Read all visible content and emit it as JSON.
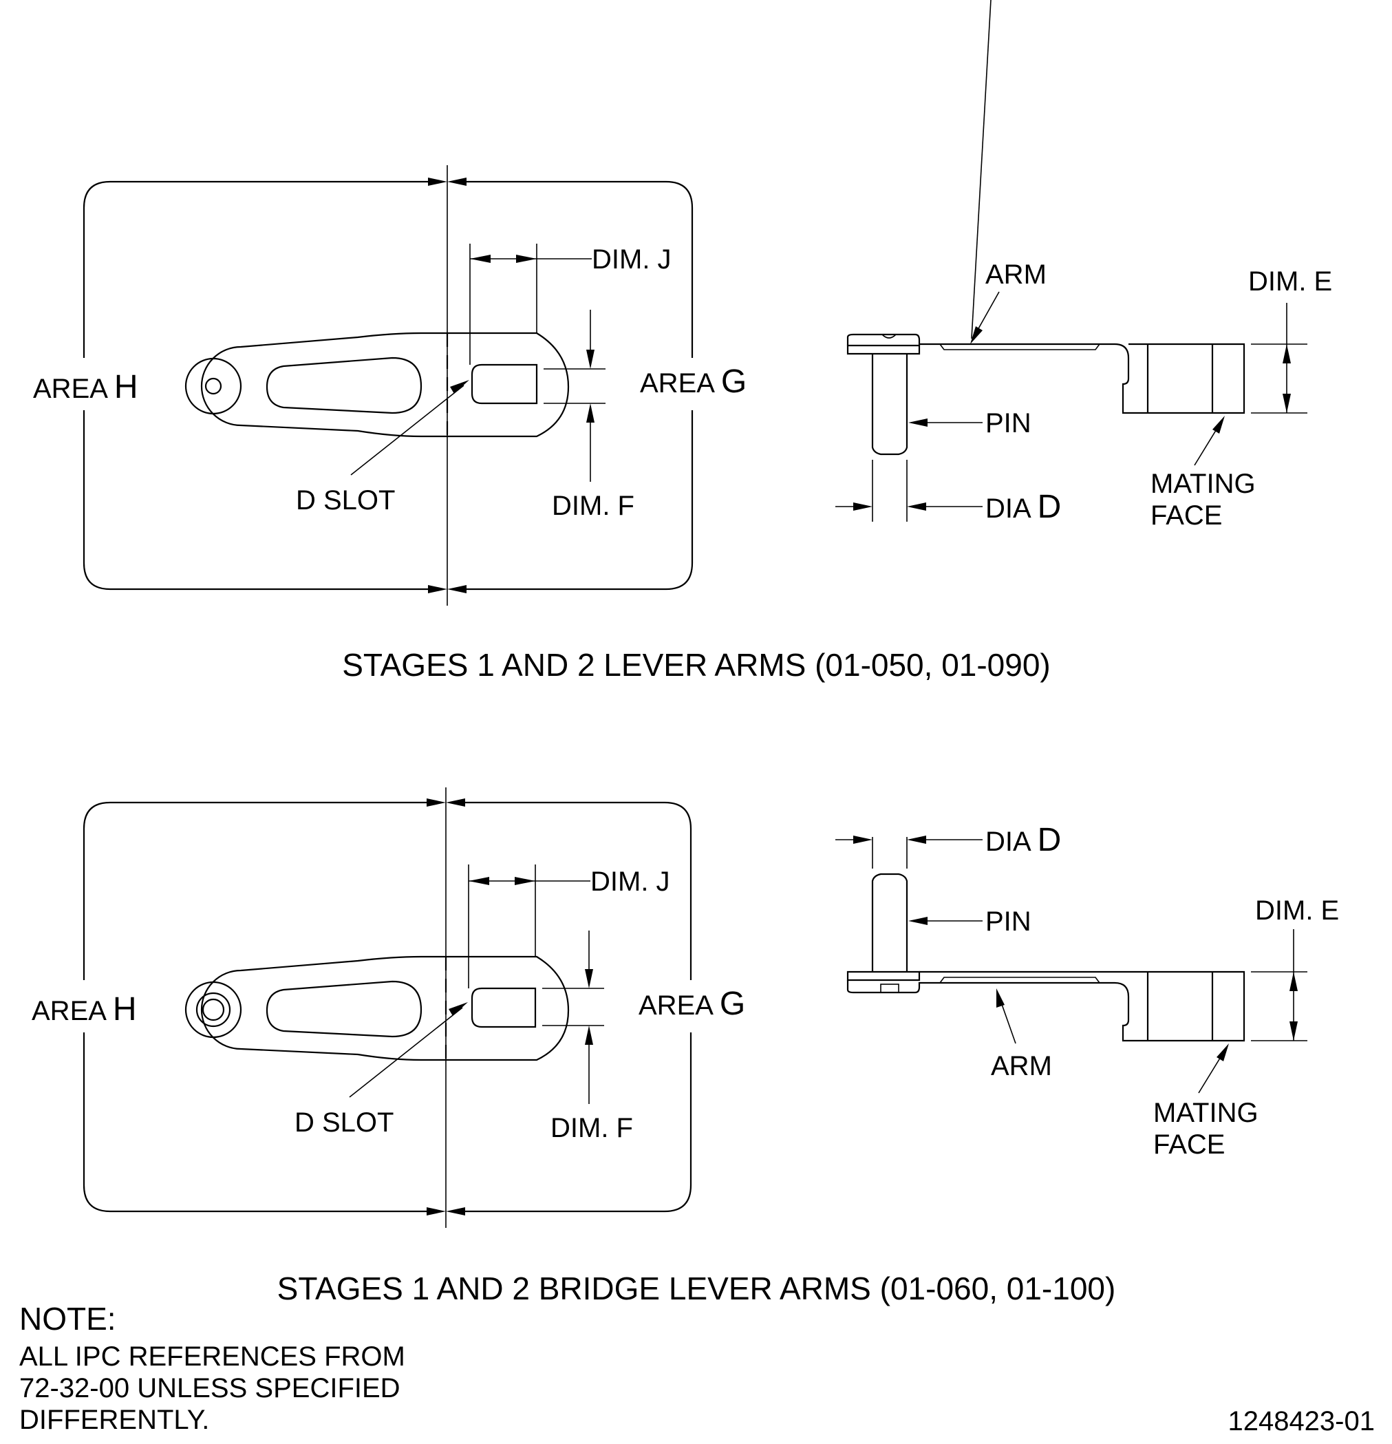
{
  "views": {
    "top": {
      "caption": "STAGES 1 AND 2 LEVER ARMS (01-050, 01-090)",
      "area_h_prefix": "AREA ",
      "area_h_letter": "H",
      "area_g_prefix": "AREA ",
      "area_g_letter": "G",
      "dim_j": "DIM. J",
      "dim_f": "DIM. F",
      "d_slot": "D SLOT",
      "arm": "ARM",
      "pin": "PIN",
      "dia_prefix": "DIA ",
      "dia_letter": "D",
      "dim_e": "DIM. E",
      "mating_1": "MATING",
      "mating_2": "FACE"
    },
    "bottom": {
      "caption": "STAGES 1 AND 2 BRIDGE LEVER ARMS (01-060, 01-100)",
      "area_h_prefix": "AREA ",
      "area_h_letter": "H",
      "area_g_prefix": "AREA ",
      "area_g_letter": "G",
      "dim_j": "DIM. J",
      "dim_f": "DIM. F",
      "d_slot": "D SLOT",
      "arm": "ARM",
      "pin": "PIN",
      "dia_prefix": "DIA ",
      "dia_letter": "D",
      "dim_e": "DIM. E",
      "mating_1": "MATING",
      "mating_2": "FACE"
    }
  },
  "note": {
    "heading": "NOTE:",
    "line1": "ALL IPC REFERENCES FROM",
    "line2": "72-32-00 UNLESS SPECIFIED",
    "line3": "DIFFERENTLY."
  },
  "drawing_number": "1248423-01"
}
